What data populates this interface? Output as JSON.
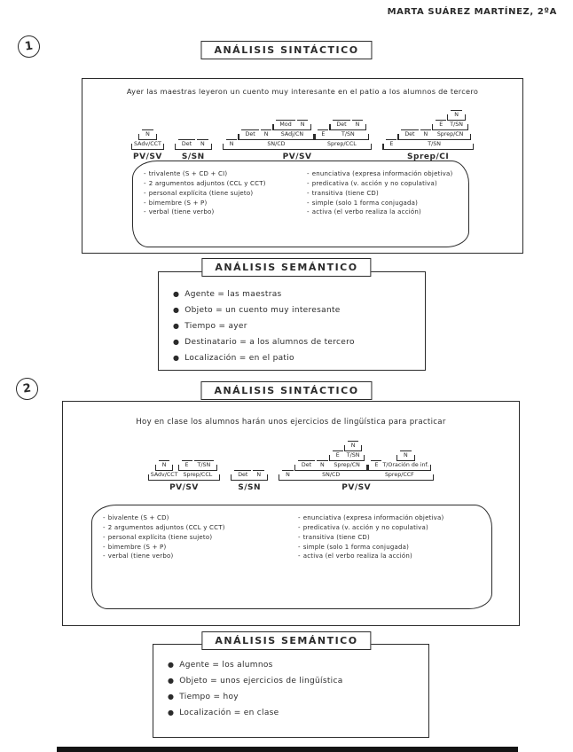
{
  "colors": {
    "ink": "#2b2b2b",
    "paper": "#ffffff"
  },
  "header": {
    "name": "MARTA SUÁREZ MARTÍNEZ, 2ºA"
  },
  "sections": [
    {
      "number": "1",
      "syntactic_title": "ANÁLISIS SINTÁCTICO",
      "sentence": "Ayer las maestras leyeron un cuento muy interesante en el patio a los alumnos de tercero",
      "diagram_groups": [
        {
          "items": [
            {
              "items": [
                {
                  "t": "N"
                }
              ],
              "label": "SAdv/CCT"
            }
          ],
          "label": "PV/SV"
        },
        {
          "items": [
            {
              "t": "Det"
            },
            {
              "t": "N"
            }
          ],
          "label": "S/SN"
        },
        {
          "items": [
            {
              "t": "N"
            },
            {
              "items": [
                {
                  "t": "Det"
                },
                {
                  "t": "N"
                },
                {
                  "items": [
                    {
                      "t": "Mod"
                    },
                    {
                      "t": "N"
                    }
                  ],
                  "label": "SAdj/CN"
                }
              ],
              "label": "SN/CD"
            },
            {
              "items": [
                {
                  "t": "E"
                },
                {
                  "items": [
                    {
                      "t": "Det"
                    },
                    {
                      "t": "N"
                    }
                  ],
                  "label": "T/SN"
                }
              ],
              "label": "Sprep/CCL"
            }
          ],
          "label": "PV/SV"
        },
        {
          "items": [
            {
              "t": "E"
            },
            {
              "items": [
                {
                  "t": "Det"
                },
                {
                  "t": "N"
                },
                {
                  "items": [
                    {
                      "t": "E"
                    },
                    {
                      "items": [
                        {
                          "t": "N"
                        }
                      ],
                      "label": "T/SN"
                    }
                  ],
                  "label": "Sprep/CN"
                }
              ],
              "label": "T/SN"
            }
          ],
          "label": "Sprep/CI"
        }
      ],
      "bubble_left": [
        "trivalente (S + CD + CI)",
        "2 argumentos adjuntos (CCL y CCT)",
        "personal explícita (tiene sujeto)",
        "bimembre (S + P)",
        "verbal (tiene verbo)"
      ],
      "bubble_right": [
        "enunciativa (expresa información objetiva)",
        "predicativa (v. acción y no copulativa)",
        "transitiva (tiene CD)",
        "simple (solo 1 forma conjugada)",
        "activa (el verbo realiza la acción)"
      ],
      "semantic_title": "ANÁLISIS SEMÁNTICO",
      "semantic_items": [
        "Agente = las maestras",
        "Objeto = un cuento muy interesante",
        "Tiempo = ayer",
        "Destinatario = a los alumnos de tercero",
        "Localización = en el patio"
      ]
    },
    {
      "number": "2",
      "syntactic_title": "ANÁLISIS SINTÁCTICO",
      "sentence": "Hoy en clase los alumnos harán unos ejercicios de lingüística para practicar",
      "diagram_groups": [
        {
          "items": [
            {
              "items": [
                {
                  "t": "N"
                }
              ],
              "label": "SAdv/CCT"
            },
            {
              "items": [
                {
                  "t": "E"
                },
                {
                  "t": "T/SN"
                }
              ],
              "label": "Sprep/CCL"
            }
          ],
          "label": "PV/SV"
        },
        {
          "items": [
            {
              "t": "Det"
            },
            {
              "t": "N"
            }
          ],
          "label": "S/SN"
        },
        {
          "items": [
            {
              "t": "N"
            },
            {
              "items": [
                {
                  "t": "Det"
                },
                {
                  "t": "N"
                },
                {
                  "items": [
                    {
                      "t": "E"
                    },
                    {
                      "items": [
                        {
                          "t": "N"
                        }
                      ],
                      "label": "T/SN"
                    }
                  ],
                  "label": "Sprep/CN"
                }
              ],
              "label": "SN/CD"
            },
            {
              "items": [
                {
                  "t": "E"
                },
                {
                  "items": [
                    {
                      "t": "N"
                    }
                  ],
                  "label": "T/Oración de inf."
                }
              ],
              "label": "Sprep/CCF"
            }
          ],
          "label": "PV/SV"
        }
      ],
      "bubble_left": [
        "bivalente (S + CD)",
        "2 argumentos adjuntos (CCL y CCT)",
        "personal explícita (tiene sujeto)",
        "bimembre (S + P)",
        "verbal (tiene verbo)"
      ],
      "bubble_right": [
        "enunciativa (expresa información objetiva)",
        "predicativa (v. acción y no copulativa)",
        "transitiva (tiene CD)",
        "simple (solo 1 forma conjugada)",
        "activa (el verbo realiza la acción)"
      ],
      "semantic_title": "ANÁLISIS SEMÁNTICO",
      "semantic_items": [
        "Agente = los alumnos",
        "Objeto = unos ejercicios de lingüística",
        "Tiempo = hoy",
        "Localización = en clase"
      ]
    }
  ]
}
